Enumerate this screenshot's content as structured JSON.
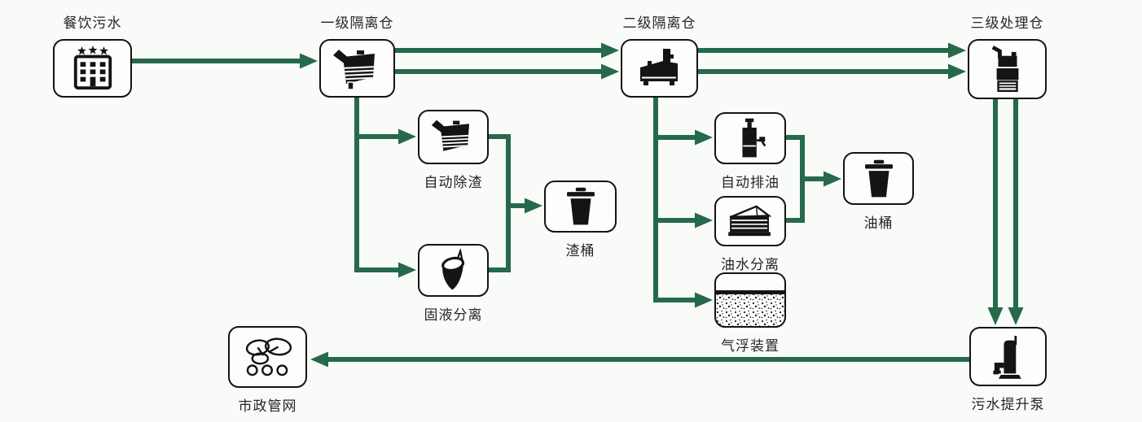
{
  "diagram_title": "",
  "colors": {
    "page_background": "#f9fbf9",
    "arrow_color": "#26694b",
    "box_border": "#141414",
    "box_fill": "#fdfdfd",
    "label_color": "#262626",
    "icon_color": "#141414"
  },
  "nodes": [
    {
      "id": "kitchen-wastewater",
      "label": "餐饮污水",
      "icon": "building-icon",
      "label_position": "above"
    },
    {
      "id": "stage1-isolation",
      "label": "一级隔离仓",
      "icon": "inclined-separator-icon",
      "label_position": "above"
    },
    {
      "id": "stage2-isolation",
      "label": "二级隔离仓",
      "icon": "hopper-tank-icon",
      "label_position": "above"
    },
    {
      "id": "stage3-treatment",
      "label": "三级处理仓",
      "icon": "tower-icon",
      "label_position": "above"
    },
    {
      "id": "auto-deslagging",
      "label": "自动除渣",
      "icon": "inclined-separator-icon",
      "label_position": "below"
    },
    {
      "id": "solid-liquid-separation",
      "label": "固液分离",
      "icon": "funnel-icon",
      "label_position": "below"
    },
    {
      "id": "slag-bucket",
      "label": "渣桶",
      "icon": "trash-bin-icon",
      "label_position": "below"
    },
    {
      "id": "auto-oil-discharge",
      "label": "自动排油",
      "icon": "cylinder-valve-icon",
      "label_position": "below"
    },
    {
      "id": "oil-water-separation",
      "label": "油水分离",
      "icon": "ridge-tank-icon",
      "label_position": "below"
    },
    {
      "id": "oil-bucket",
      "label": "油桶",
      "icon": "trash-bin-icon",
      "label_position": "below"
    },
    {
      "id": "air-flotation-device",
      "label": "气浮装置",
      "icon": "speckle-tank-icon",
      "label_position": "below"
    },
    {
      "id": "sewage-lift-pump",
      "label": "污水提升泵",
      "icon": "pump-icon",
      "label_position": "below"
    },
    {
      "id": "municipal-pipe-network",
      "label": "市政管网",
      "icon": "pipes-icon",
      "label_position": "below"
    }
  ],
  "flows": [
    {
      "from": "餐饮污水",
      "to": "一级隔离仓",
      "lines": 1
    },
    {
      "from": "一级隔离仓",
      "to": "二级隔离仓",
      "lines": 2
    },
    {
      "from": "二级隔离仓",
      "to": "三级处理仓",
      "lines": 2
    },
    {
      "from": "一级隔离仓",
      "to": "自动除渣",
      "lines": 1
    },
    {
      "from": "一级隔离仓",
      "to": "固液分离",
      "lines": 1
    },
    {
      "from": "自动除渣",
      "to": "渣桶",
      "lines": 1
    },
    {
      "from": "固液分离",
      "to": "渣桶",
      "lines": 1
    },
    {
      "from": "二级隔离仓",
      "to": "自动排油",
      "lines": 1
    },
    {
      "from": "二级隔离仓",
      "to": "油水分离",
      "lines": 1
    },
    {
      "from": "二级隔离仓",
      "to": "气浮装置",
      "lines": 1
    },
    {
      "from": "自动排油",
      "to": "油桶",
      "lines": 1
    },
    {
      "from": "油水分离",
      "to": "油桶",
      "lines": 1
    },
    {
      "from": "三级处理仓",
      "to": "污水提升泵",
      "lines": 2
    },
    {
      "from": "污水提升泵",
      "to": "市政管网",
      "lines": 1
    }
  ]
}
